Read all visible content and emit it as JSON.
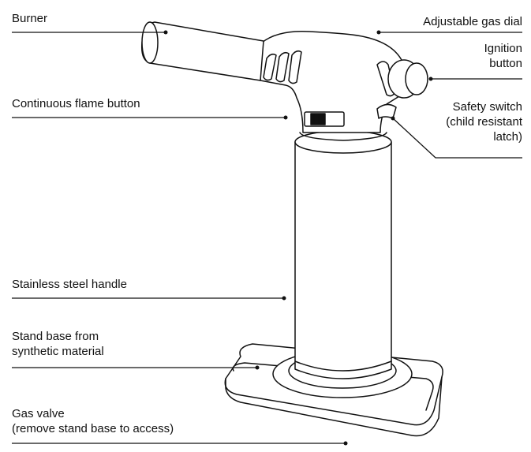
{
  "labels": {
    "burner": "Burner",
    "continuous_flame": "Continuous flame button",
    "stainless_handle": "Stainless steel handle",
    "stand_base": [
      "Stand base from",
      "synthetic material"
    ],
    "gas_valve": [
      "Gas valve",
      "(remove stand base to access)"
    ],
    "gas_dial": "Adjustable gas dial",
    "ignition": [
      "Ignition",
      "button"
    ],
    "safety_switch": [
      "Safety switch",
      "(child resistant",
      "latch)"
    ]
  },
  "colors": {
    "line": "#111111",
    "fill": "#ffffff",
    "shadow": "#e8e8e8"
  }
}
